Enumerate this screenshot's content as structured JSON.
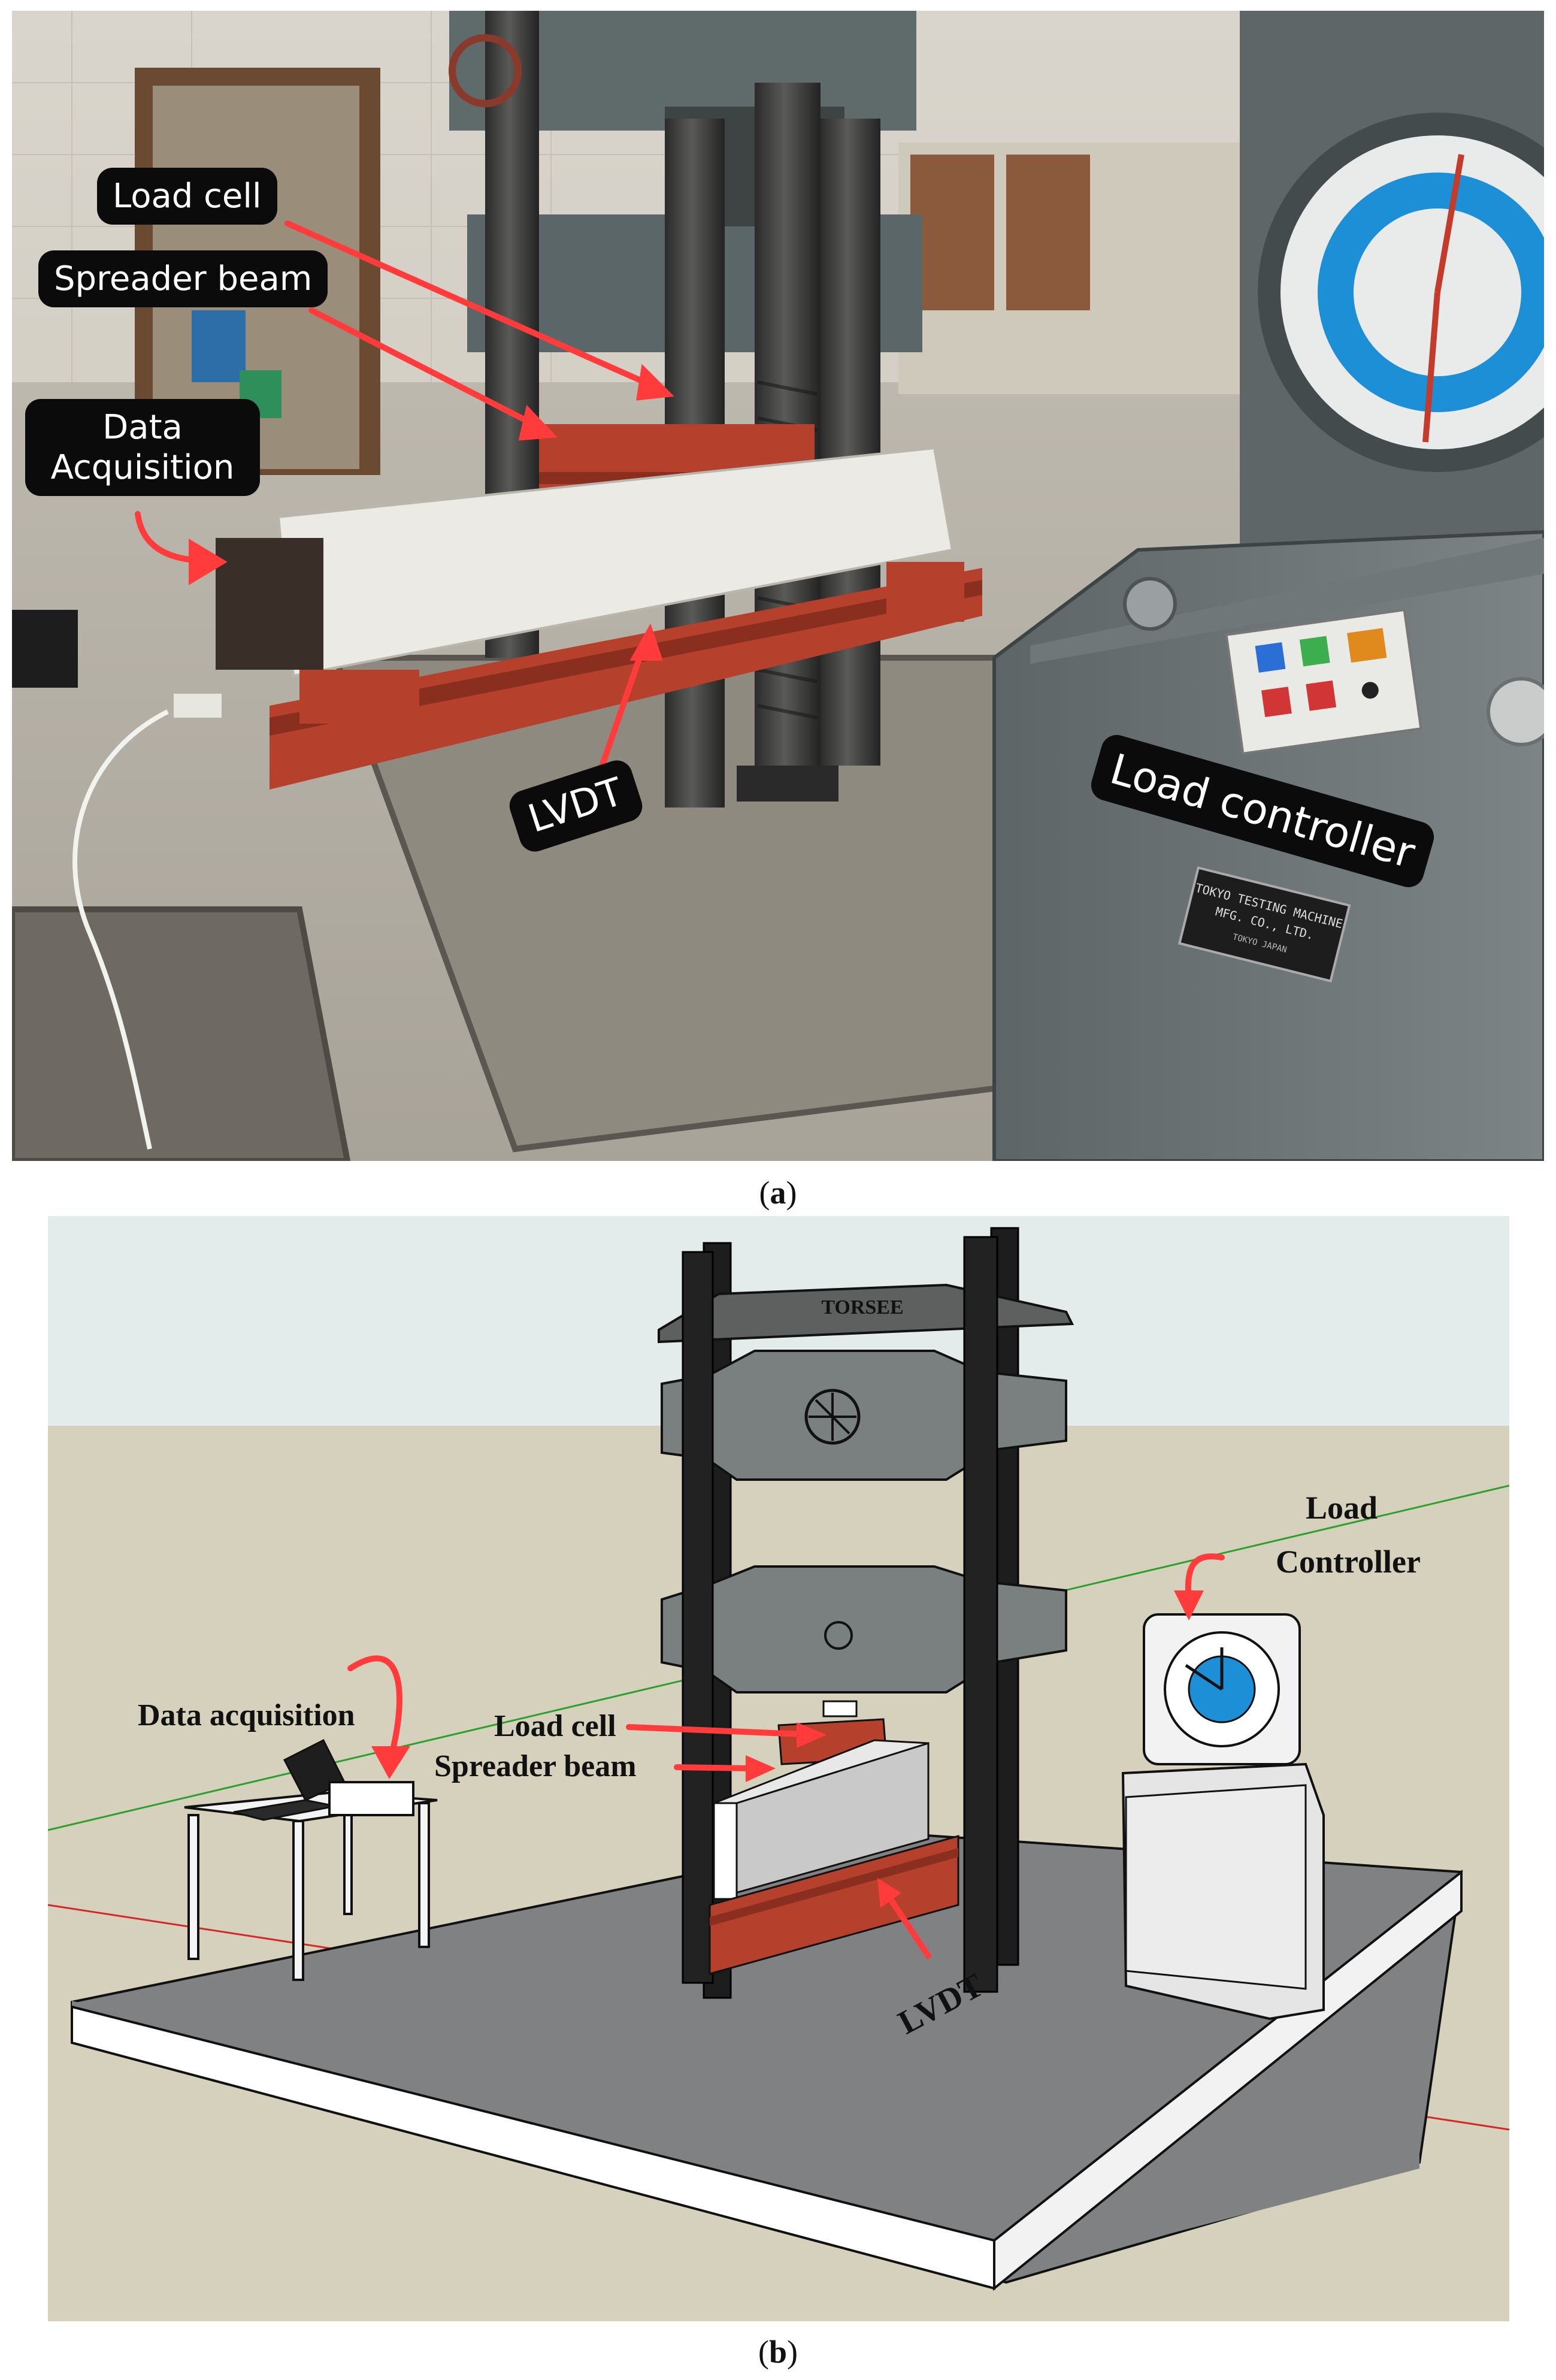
{
  "panel_a": {
    "caption_letter": "a",
    "labels": {
      "load_cell": "Load cell",
      "spreader_beam": "Spreader beam",
      "data_acquisition_line1": "Data",
      "data_acquisition_line2": "Acquisition",
      "lvdt": "LVDT",
      "load_controller": "Load controller"
    },
    "plate_text": [
      "TOKYO TESTING MACHINE",
      "MFG. CO., LTD.",
      "TOKYO JAPAN"
    ]
  },
  "panel_b": {
    "caption_letter": "b",
    "labels": {
      "data_acquisition": "Data acquisition",
      "load_cell": "Load cell",
      "spreader_beam": "Spreader beam",
      "load_controller_line1": "Load",
      "load_controller_line2": "Controller",
      "lvdt": "LVDT"
    },
    "frame_brand": "TORSEE"
  },
  "colors": {
    "arrow_red": "#ff3b3b",
    "steel_red": "#b5402c",
    "dial_blue": "#1c8fd6",
    "machine_grey": "#7a7f80"
  }
}
